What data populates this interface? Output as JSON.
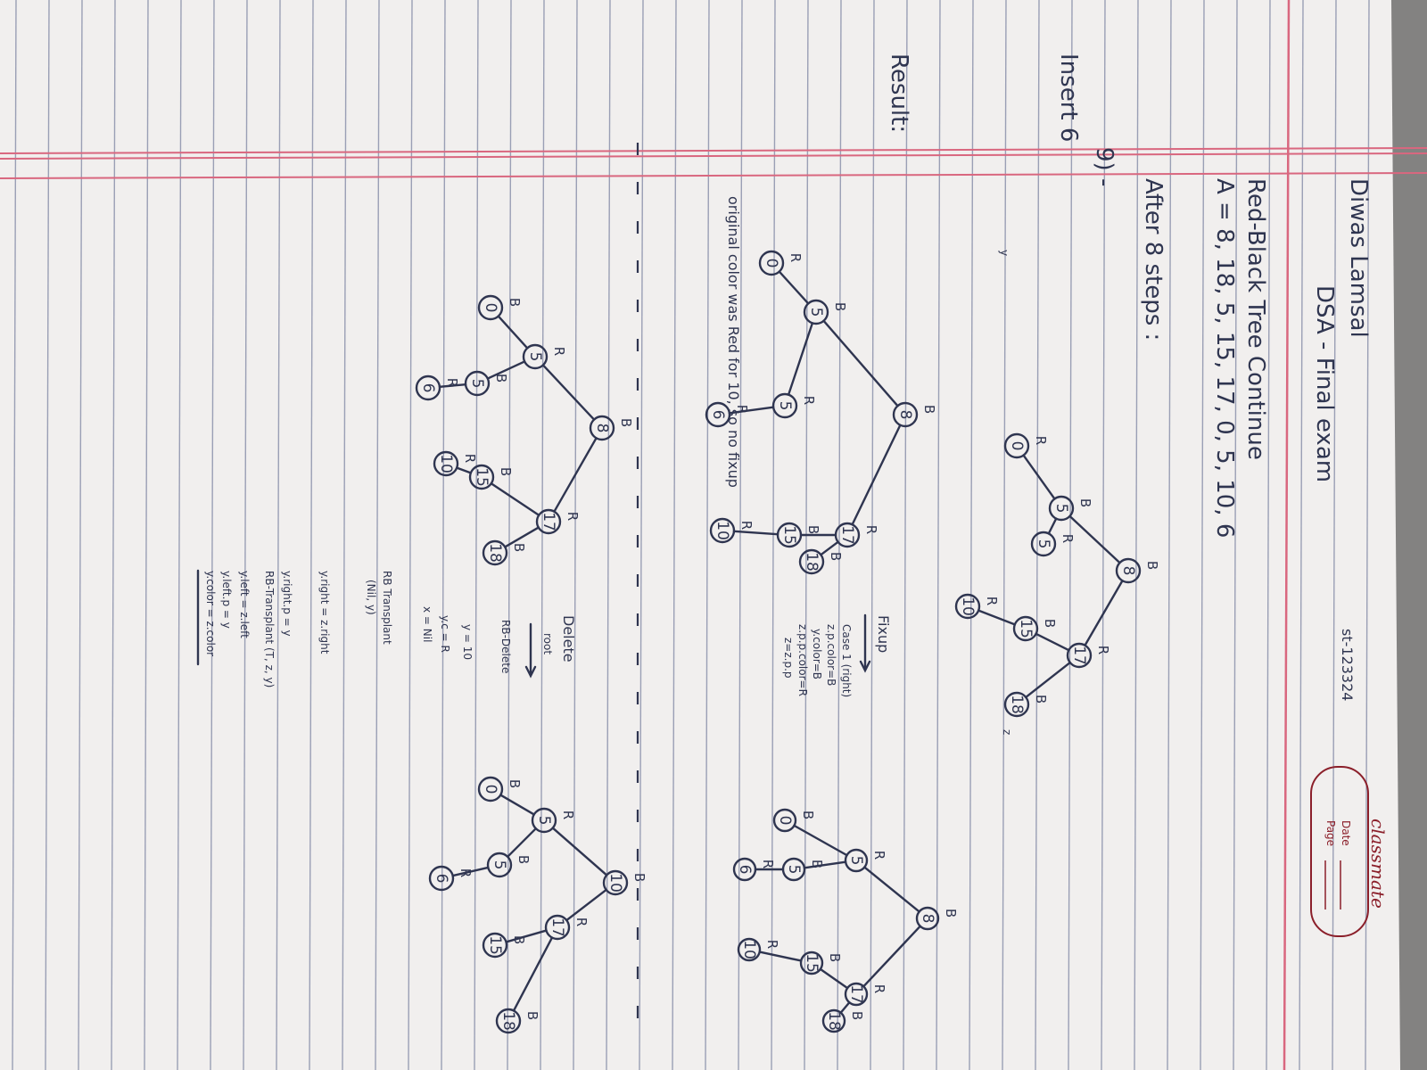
{
  "header": {
    "author": "Diwas Lamsal",
    "course_title": "DSA - Final exam",
    "student_id": "st-123324",
    "brand": "classmate",
    "date_label": "Date",
    "page_label": "Page"
  },
  "question": {
    "title": "Red-Black Tree Continue",
    "sequence": "A = 8, 18, 5, 15, 17, 0, 5, 10, 6",
    "after_label": "After 8 steps :",
    "number": "9) -",
    "insert_label": "Insert 6",
    "fixup_label": "Fixup",
    "fixup_notes": [
      "Case 1 (right)",
      "z.p.color=B",
      "y.color=B",
      "z.p.p.color=R",
      "z=z.p.p"
    ],
    "delete_label": "Delete",
    "delete_sub": "root",
    "rb_delete": "RB-Delete",
    "delete_notes": [
      "y = 10",
      "y.c = R",
      "x = Nil"
    ],
    "transplant_notes": [
      "RB Transplant",
      "(Nil, y)",
      "y.right = z.right",
      "y.right.p = y",
      "RB-Transplant (T, z, y)",
      "y.left = z.left",
      "y.left.p = y",
      "y.color = z.color"
    ],
    "result_label": "Result:",
    "conclusion": "original color was Red for 10, so no fixup",
    "small_letters": {
      "z": "z",
      "y": "y"
    }
  },
  "trees": {
    "after8": {
      "nodes": [
        {
          "key": "8",
          "color": "B"
        },
        {
          "key": "5",
          "color": "B"
        },
        {
          "key": "17",
          "color": "R"
        },
        {
          "key": "0",
          "color": "R"
        },
        {
          "key": "5",
          "color": "R"
        },
        {
          "key": "15",
          "color": "B"
        },
        {
          "key": "18",
          "color": "B"
        },
        {
          "key": "10",
          "color": "R"
        }
      ]
    },
    "insert6": {
      "nodes": [
        {
          "key": "8",
          "color": "B"
        },
        {
          "key": "5",
          "color": "B"
        },
        {
          "key": "17",
          "color": "R"
        },
        {
          "key": "0",
          "color": "R"
        },
        {
          "key": "5",
          "color": "R"
        },
        {
          "key": "15",
          "color": "B"
        },
        {
          "key": "18",
          "color": "B"
        },
        {
          "key": "6",
          "color": "R"
        },
        {
          "key": "10",
          "color": "R"
        }
      ]
    },
    "fixup": {
      "nodes": [
        {
          "key": "8",
          "color": "B"
        },
        {
          "key": "5",
          "color": "R"
        },
        {
          "key": "17",
          "color": "R"
        },
        {
          "key": "0",
          "color": "B"
        },
        {
          "key": "5",
          "color": "B"
        },
        {
          "key": "15",
          "color": "B"
        },
        {
          "key": "18",
          "color": "B"
        },
        {
          "key": "6",
          "color": "R"
        },
        {
          "key": "10",
          "color": "R"
        }
      ]
    },
    "result": {
      "nodes": [
        {
          "key": "8",
          "color": "B"
        },
        {
          "key": "5",
          "color": "R"
        },
        {
          "key": "17",
          "color": "R"
        },
        {
          "key": "0",
          "color": "B"
        },
        {
          "key": "5",
          "color": "B"
        },
        {
          "key": "15",
          "color": "B"
        },
        {
          "key": "18",
          "color": "B"
        },
        {
          "key": "6",
          "color": "R"
        },
        {
          "key": "10",
          "color": "R"
        }
      ]
    },
    "deleted": {
      "nodes": [
        {
          "key": "10",
          "color": "B"
        },
        {
          "key": "5",
          "color": "R"
        },
        {
          "key": "17",
          "color": "R"
        },
        {
          "key": "0",
          "color": "B"
        },
        {
          "key": "5",
          "color": "B"
        },
        {
          "key": "15",
          "color": "B"
        },
        {
          "key": "18",
          "color": "B"
        },
        {
          "key": "6",
          "color": "R"
        }
      ]
    }
  },
  "colors": {
    "paper": "#f1efee",
    "rule_line": "#9a9fb5",
    "margin_line": "#d9677f",
    "ink": "#2f3550"
  }
}
